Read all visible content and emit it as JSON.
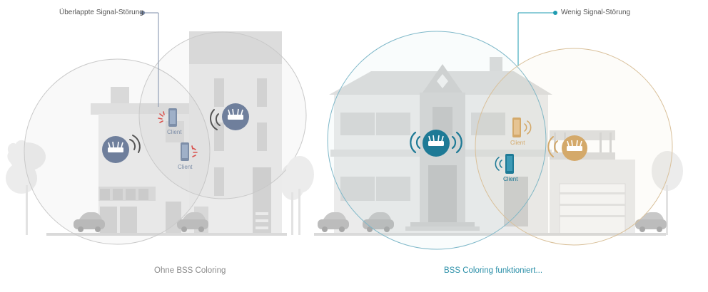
{
  "left_panel": {
    "callout": "Überlappte Signal-Störung",
    "caption": "Ohne BSS Coloring",
    "client_labels": [
      "Client",
      "Client"
    ],
    "caption_color": "#8a8a8a",
    "router_color": "#6f7f9c",
    "interference_color": "#d9534f"
  },
  "right_panel": {
    "callout": "Wenig Signal-Störung",
    "caption": "BSS Coloring funktioniert...",
    "client_labels": [
      "Client",
      "Client"
    ],
    "caption_color": "#2a8fa8",
    "router_blue_color": "#1e7a96",
    "router_gold_color": "#d4a96a"
  },
  "icons": [
    "router-icon",
    "smartphone-icon",
    "wifi-wave-icon",
    "interference-icon"
  ]
}
